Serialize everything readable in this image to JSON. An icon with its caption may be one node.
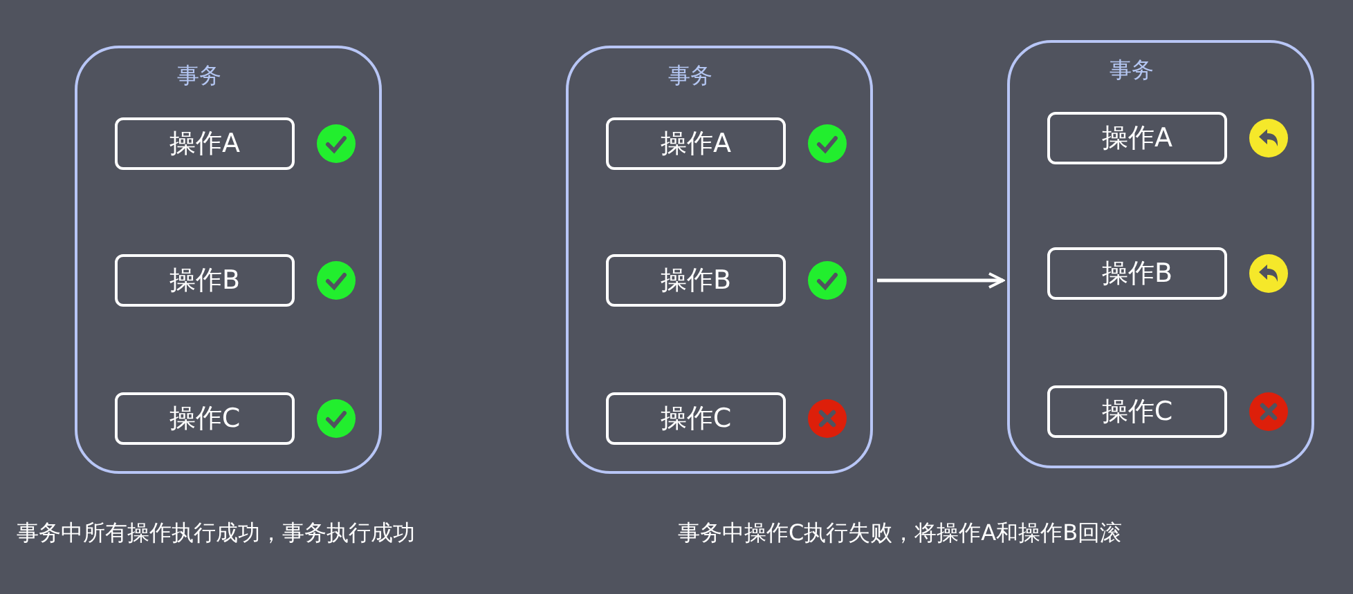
{
  "diagram": {
    "nodes": [
      {
        "text": [
          "事务"
        ]
      },
      {
        "text": [
          "操作A"
        ],
        "in": 0
      },
      {
        "text": [
          "操作B"
        ],
        "in": 0
      },
      {
        "text": [
          "操作C"
        ],
        "in": 0
      },
      {
        "text": [
          "事务"
        ]
      },
      {
        "text": [
          "操作A"
        ],
        "in": 4
      },
      {
        "text": [
          "操作B"
        ],
        "in": 4
      },
      {
        "text": [
          "操作C"
        ],
        "in": 4
      },
      {
        "text": [
          "事务"
        ]
      },
      {
        "text": [
          "操作A"
        ],
        "in": 8
      },
      {
        "text": [
          "操作B"
        ],
        "in": 8
      },
      {
        "text": [
          "操作C"
        ],
        "in": 8
      }
    ],
    "edges": [
      {
        "from": 4,
        "to": 8,
        "arrow": "to"
      }
    ],
    "labels": [
      "事务中所有操作执行成功，事务执行成功",
      "事务中操作C执行失败，将操作A和操作B回滚"
    ]
  }
}
